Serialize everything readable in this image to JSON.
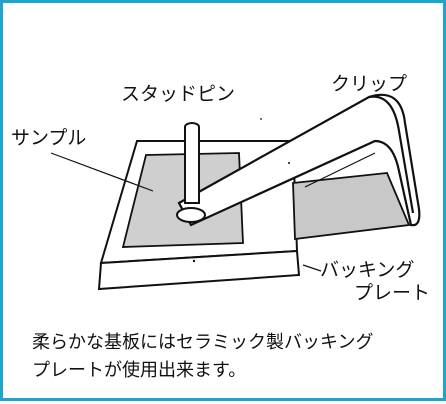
{
  "labels": {
    "stud_pin": "スタッドピン",
    "clip": "クリップ",
    "sample": "サンプル",
    "backing_line1": "バッキング",
    "backing_line2": "プレート"
  },
  "caption": {
    "line1": "柔らかな基板にはセラミック製バッキング",
    "line2": "プレートが使用出来ます。"
  },
  "colors": {
    "frame": "#1fa3cf",
    "ink": "#111111",
    "sample_fill": "#cfcfcf",
    "clip_fill": "#c8c8c8"
  }
}
